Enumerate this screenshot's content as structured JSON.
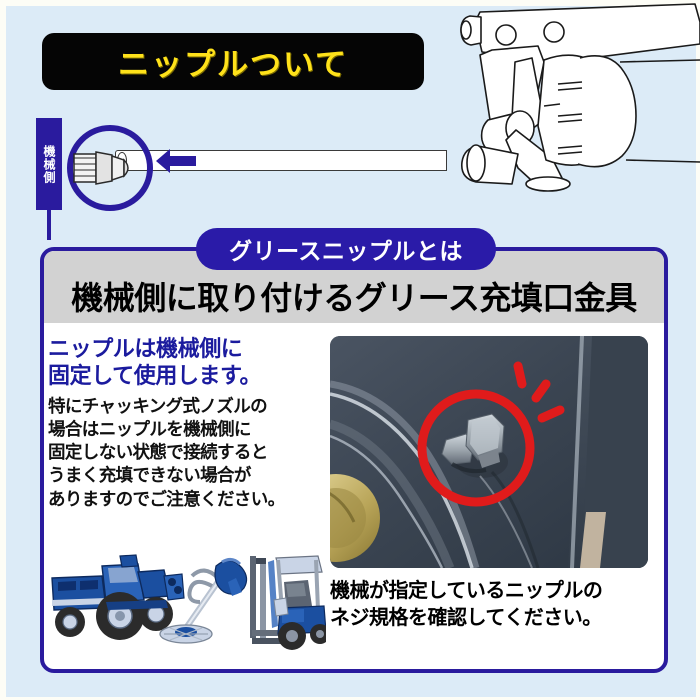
{
  "page": {
    "background_color": "#dcebf7",
    "accent_navy": "#2a1b9e",
    "accent_blue": "#2a1ba8",
    "title_yellow": "#ffe21a"
  },
  "title_bar": {
    "text": "ニップルついて"
  },
  "nipple_callout": {
    "side_label": "機械側",
    "arrow_icon": "left-arrow-icon",
    "nipple_icon": "grease-nipple-icon",
    "tube_icon": "grease-hose-icon"
  },
  "gun_illustration": {
    "icon": "grease-gun-head-line-art"
  },
  "panel": {
    "pill_label": "グリースニップルとは",
    "headline": "機械側に取り付けるグリース充填口金具",
    "sub_heading": [
      "ニップルは機械側に",
      "固定して使用します。"
    ],
    "body_lines": [
      "特にチャッキング式ノズルの",
      "場合はニップルを機械側に",
      "固定しない状態で接続すると",
      "うまく充填できない場合が",
      "ありますのでご注意ください。"
    ],
    "caption_lines": [
      "機械が指定しているニップルの",
      "ネジ規格を確認してください。"
    ]
  },
  "photo": {
    "alt_name": "grease-nipple-on-machine-photo",
    "highlight_color": "#e01b1b",
    "highlight_icon": "red-circle-highlight"
  },
  "machines": {
    "items": [
      {
        "name": "tractor-illustration"
      },
      {
        "name": "brush-cutter-illustration"
      },
      {
        "name": "forklift-illustration"
      }
    ]
  }
}
